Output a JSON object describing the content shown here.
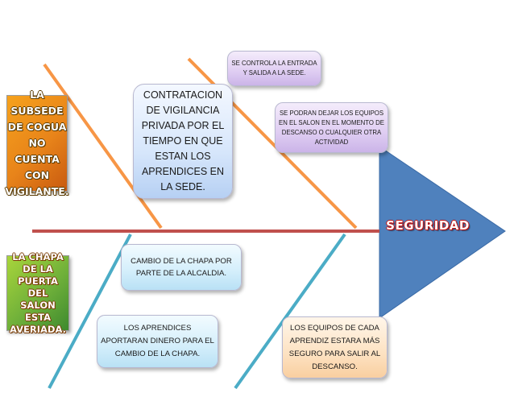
{
  "diagram": {
    "effect": "SEGURIDAD",
    "causes": [
      "LA SUBSEDE DE COGUA NO CUENTA CON VIGILANTE.",
      "LA CHAPA DE LA PUERTA DEL SALON ESTA AVERIADA."
    ],
    "notes": {
      "contratacion": "CONTRATACION DE VIGILANCIA PRIVADA POR EL TIEMPO EN QUE ESTAN LOS APRENDICES EN LA SEDE.",
      "controla": "SE CONTROLA LA ENTRADA Y SALIDA A LA SEDE.",
      "equipos": "SE PODRAN DEJAR LOS EQUIPOS EN EL SALON EN EL MOMENTO DE DESCANSO O CUALQUIER OTRA ACTIVIDAD",
      "chapa": "CAMBIO DE LA CHAPA POR PARTE DE LA ALCALDIA.",
      "aprendices": "LOS APRENDICES APORTARAN DINERO PARA EL CAMBIO DE LA CHAPA.",
      "salir": "LOS EQUIPOS DE CADA APRENDIZ ESTARA MÁS SEGURO PARA SALIR AL DESCANSO."
    },
    "colors": {
      "spine": "#c0504d",
      "head": "#4f81bd",
      "upper_bones": "#f79646",
      "lower_bones": "#4bacc6"
    }
  }
}
